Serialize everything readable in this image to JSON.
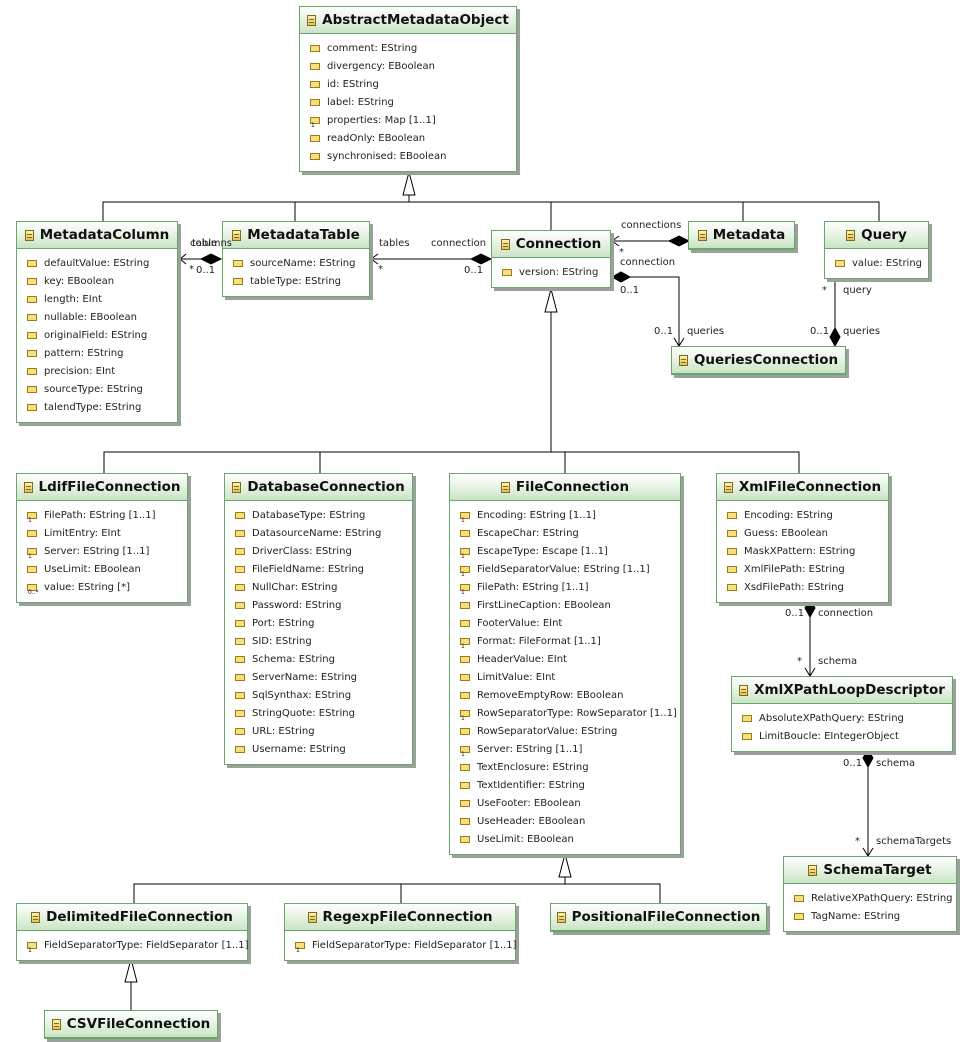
{
  "classes": [
    {
      "id": "AbstractMetadataObject",
      "name": "AbstractMetadataObject",
      "attrs": [
        {
          "text": "comment: EString"
        },
        {
          "text": "divergency: EBoolean"
        },
        {
          "text": "id: EString"
        },
        {
          "text": "label: EString"
        },
        {
          "text": "properties: Map [1..1]",
          "mult": "1"
        },
        {
          "text": "readOnly: EBoolean"
        },
        {
          "text": "synchronised: EBoolean"
        }
      ]
    },
    {
      "id": "MetadataColumn",
      "name": "MetadataColumn",
      "attrs": [
        {
          "text": "defaultValue: EString"
        },
        {
          "text": "key: EBoolean"
        },
        {
          "text": "length: EInt"
        },
        {
          "text": "nullable: EBoolean"
        },
        {
          "text": "originalField: EString"
        },
        {
          "text": "pattern: EString"
        },
        {
          "text": "precision: EInt"
        },
        {
          "text": "sourceType: EString"
        },
        {
          "text": "talendType: EString"
        }
      ]
    },
    {
      "id": "MetadataTable",
      "name": "MetadataTable",
      "attrs": [
        {
          "text": "sourceName: EString"
        },
        {
          "text": "tableType: EString"
        }
      ]
    },
    {
      "id": "Connection",
      "name": "Connection",
      "attrs": [
        {
          "text": "version: EString"
        }
      ]
    },
    {
      "id": "Metadata",
      "name": "Metadata",
      "attrs": []
    },
    {
      "id": "Query",
      "name": "Query",
      "attrs": [
        {
          "text": "value: EString"
        }
      ]
    },
    {
      "id": "QueriesConnection",
      "name": "QueriesConnection",
      "attrs": []
    },
    {
      "id": "LdifFileConnection",
      "name": "LdifFileConnection",
      "attrs": [
        {
          "text": "FilePath: EString [1..1]",
          "mult": "1"
        },
        {
          "text": "LimitEntry: EInt"
        },
        {
          "text": "Server: EString [1..1]",
          "mult": "1"
        },
        {
          "text": "UseLimit: EBoolean"
        },
        {
          "text": "value: EString [*]",
          "mult": "0..*"
        }
      ]
    },
    {
      "id": "DatabaseConnection",
      "name": "DatabaseConnection",
      "attrs": [
        {
          "text": "DatabaseType: EString"
        },
        {
          "text": "DatasourceName: EString"
        },
        {
          "text": "DriverClass: EString"
        },
        {
          "text": "FileFieldName: EString"
        },
        {
          "text": "NullChar: EString"
        },
        {
          "text": "Password: EString"
        },
        {
          "text": "Port: EString"
        },
        {
          "text": "SID: EString"
        },
        {
          "text": "Schema: EString"
        },
        {
          "text": "ServerName: EString"
        },
        {
          "text": "SqlSynthax: EString"
        },
        {
          "text": "StringQuote: EString"
        },
        {
          "text": "URL: EString"
        },
        {
          "text": "Username: EString"
        }
      ]
    },
    {
      "id": "FileConnection",
      "name": "FileConnection",
      "attrs": [
        {
          "text": "Encoding: EString [1..1]",
          "mult": "1"
        },
        {
          "text": "EscapeChar: EString"
        },
        {
          "text": "EscapeType: Escape [1..1]",
          "mult": "1"
        },
        {
          "text": "FieldSeparatorValue: EString [1..1]",
          "mult": "1"
        },
        {
          "text": "FilePath: EString [1..1]",
          "mult": "1"
        },
        {
          "text": "FirstLineCaption: EBoolean"
        },
        {
          "text": "FooterValue: EInt"
        },
        {
          "text": "Format: FileFormat [1..1]",
          "mult": "1"
        },
        {
          "text": "HeaderValue: EInt"
        },
        {
          "text": "LimitValue: EInt"
        },
        {
          "text": "RemoveEmptyRow: EBoolean"
        },
        {
          "text": "RowSeparatorType: RowSeparator [1..1]",
          "mult": "1"
        },
        {
          "text": "RowSeparatorValue: EString"
        },
        {
          "text": "Server: EString [1..1]",
          "mult": "1"
        },
        {
          "text": "TextEnclosure: EString"
        },
        {
          "text": "TextIdentifier: EString"
        },
        {
          "text": "UseFooter: EBoolean"
        },
        {
          "text": "UseHeader: EBoolean"
        },
        {
          "text": "UseLimit: EBoolean"
        }
      ]
    },
    {
      "id": "XmlFileConnection",
      "name": "XmlFileConnection",
      "attrs": [
        {
          "text": "Encoding: EString"
        },
        {
          "text": "Guess: EBoolean"
        },
        {
          "text": "MaskXPattern: EString"
        },
        {
          "text": "XmlFilePath: EString"
        },
        {
          "text": "XsdFilePath: EString"
        }
      ]
    },
    {
      "id": "XmlXPathLoopDescriptor",
      "name": "XmlXPathLoopDescriptor",
      "attrs": [
        {
          "text": "AbsoluteXPathQuery: EString"
        },
        {
          "text": "LimitBoucle: EIntegerObject"
        }
      ]
    },
    {
      "id": "SchemaTarget",
      "name": "SchemaTarget",
      "attrs": [
        {
          "text": "RelativeXPathQuery: EString"
        },
        {
          "text": "TagName: EString"
        }
      ]
    },
    {
      "id": "DelimitedFileConnection",
      "name": "DelimitedFileConnection",
      "attrs": [
        {
          "text": "FieldSeparatorType: FieldSeparator [1..1]",
          "mult": "1"
        }
      ]
    },
    {
      "id": "RegexpFileConnection",
      "name": "RegexpFileConnection",
      "attrs": [
        {
          "text": "FieldSeparatorType: FieldSeparator [1..1]",
          "mult": "1"
        }
      ]
    },
    {
      "id": "PositionalFileConnection",
      "name": "PositionalFileConnection",
      "attrs": []
    },
    {
      "id": "CSVFileConnection",
      "name": "CSVFileConnection",
      "attrs": []
    }
  ],
  "labels": [
    {
      "id": "columns",
      "text": "columns"
    },
    {
      "id": "table",
      "text": "table"
    },
    {
      "id": "col-star",
      "text": "*"
    },
    {
      "id": "col-01",
      "text": "0..1"
    },
    {
      "id": "tables",
      "text": "tables"
    },
    {
      "id": "connection1",
      "text": "connection"
    },
    {
      "id": "tbl-star",
      "text": "*"
    },
    {
      "id": "tbl-01",
      "text": "0..1"
    },
    {
      "id": "connections",
      "text": "connections"
    },
    {
      "id": "conns-star",
      "text": "*"
    },
    {
      "id": "connection2",
      "text": "connection"
    },
    {
      "id": "qc-01a",
      "text": "0..1"
    },
    {
      "id": "qc-01b",
      "text": "0..1"
    },
    {
      "id": "queries1",
      "text": "queries"
    },
    {
      "id": "query",
      "text": "query"
    },
    {
      "id": "q-star",
      "text": "*"
    },
    {
      "id": "q-01",
      "text": "0..1"
    },
    {
      "id": "queries2",
      "text": "queries"
    },
    {
      "id": "x-01",
      "text": "0..1"
    },
    {
      "id": "connection3",
      "text": "connection"
    },
    {
      "id": "x-star",
      "text": "*"
    },
    {
      "id": "schema1",
      "text": "schema"
    },
    {
      "id": "s-01",
      "text": "0..1"
    },
    {
      "id": "schema2",
      "text": "schema"
    },
    {
      "id": "s-star",
      "text": "*"
    },
    {
      "id": "schemaTargets",
      "text": "schemaTargets"
    }
  ]
}
